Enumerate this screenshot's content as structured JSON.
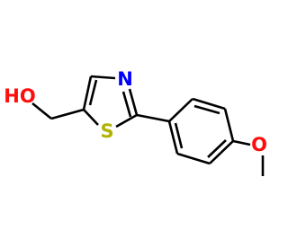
{
  "molecule": {
    "atoms": {
      "hydroxyl": {
        "label": "HO",
        "color": "#ff0d0d"
      },
      "thiazole_nitrogen": {
        "label": "N",
        "color": "#0000ff"
      },
      "thiazole_sulfur": {
        "label": "S",
        "color": "#b2b200"
      },
      "methoxy_oxygen": {
        "label": "O",
        "color": "#ff0d0d"
      }
    },
    "bond_color": "#000000",
    "background_color": "#ffffff"
  }
}
